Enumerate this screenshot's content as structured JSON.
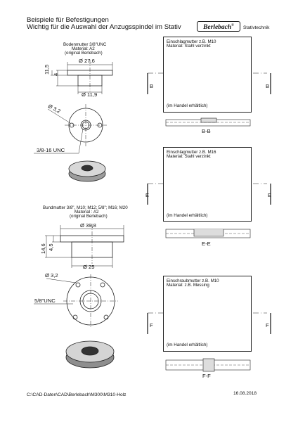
{
  "header": {
    "line1": "Beispiele für Befestigungen",
    "line2": "Wichtig für die Auswahl der Anzugsspindel im Stativ",
    "logo": "Berlebach",
    "logo_mark": "®",
    "logo_sub": "Stativtechnik"
  },
  "left": {
    "nut1": {
      "title": "Bodenmutter 3/8\"UNC",
      "material": "Material: A2",
      "origin": "(original Berlebach)",
      "dim_top": "Ø 27,6",
      "dim_bottom": "Ø 11,9",
      "dim_h1": "11,5",
      "dim_h2": "4",
      "dim_hole": "Ø 3,2",
      "thread": "3/8-16 UNC"
    },
    "nut2": {
      "title": "Bundmutter 3/8\", M10; M12; 5/8\"; M16; M20",
      "material": "Material : A2",
      "origin": "(original Berlebach)",
      "dim_top": "Ø 39,8",
      "dim_bottom": "Ø 25",
      "dim_h1": "14,6",
      "dim_h2": "4,5",
      "dim_hole": "Ø 3,2",
      "thread": "5/8\"UNC"
    }
  },
  "right": {
    "box1": {
      "title": "Einschlagmutter z.B. M10",
      "material": "Material: Stahl verzinkt",
      "note": "(im Handel erhältlich)"
    },
    "box2": {
      "title": "Einschlagmutter z.B. M16",
      "material": "Material: Stahl verzinkt",
      "note": "(im Handel erhältlich)"
    },
    "box3": {
      "title": "Einschraubmutter z.B. M10",
      "material": "Material: z.B. Messing",
      "note": "(im Handel erhältlich)"
    },
    "sections": [
      {
        "letter": "B",
        "label": "B-B"
      },
      {
        "letter": "E",
        "label": "E-E"
      },
      {
        "letter": "F",
        "label": "F-F"
      }
    ]
  },
  "footer": {
    "path": "C:\\CAD-Daten\\CAD\\Berlebach\\M300\\M310-Holz",
    "date": "16.08.2018"
  }
}
